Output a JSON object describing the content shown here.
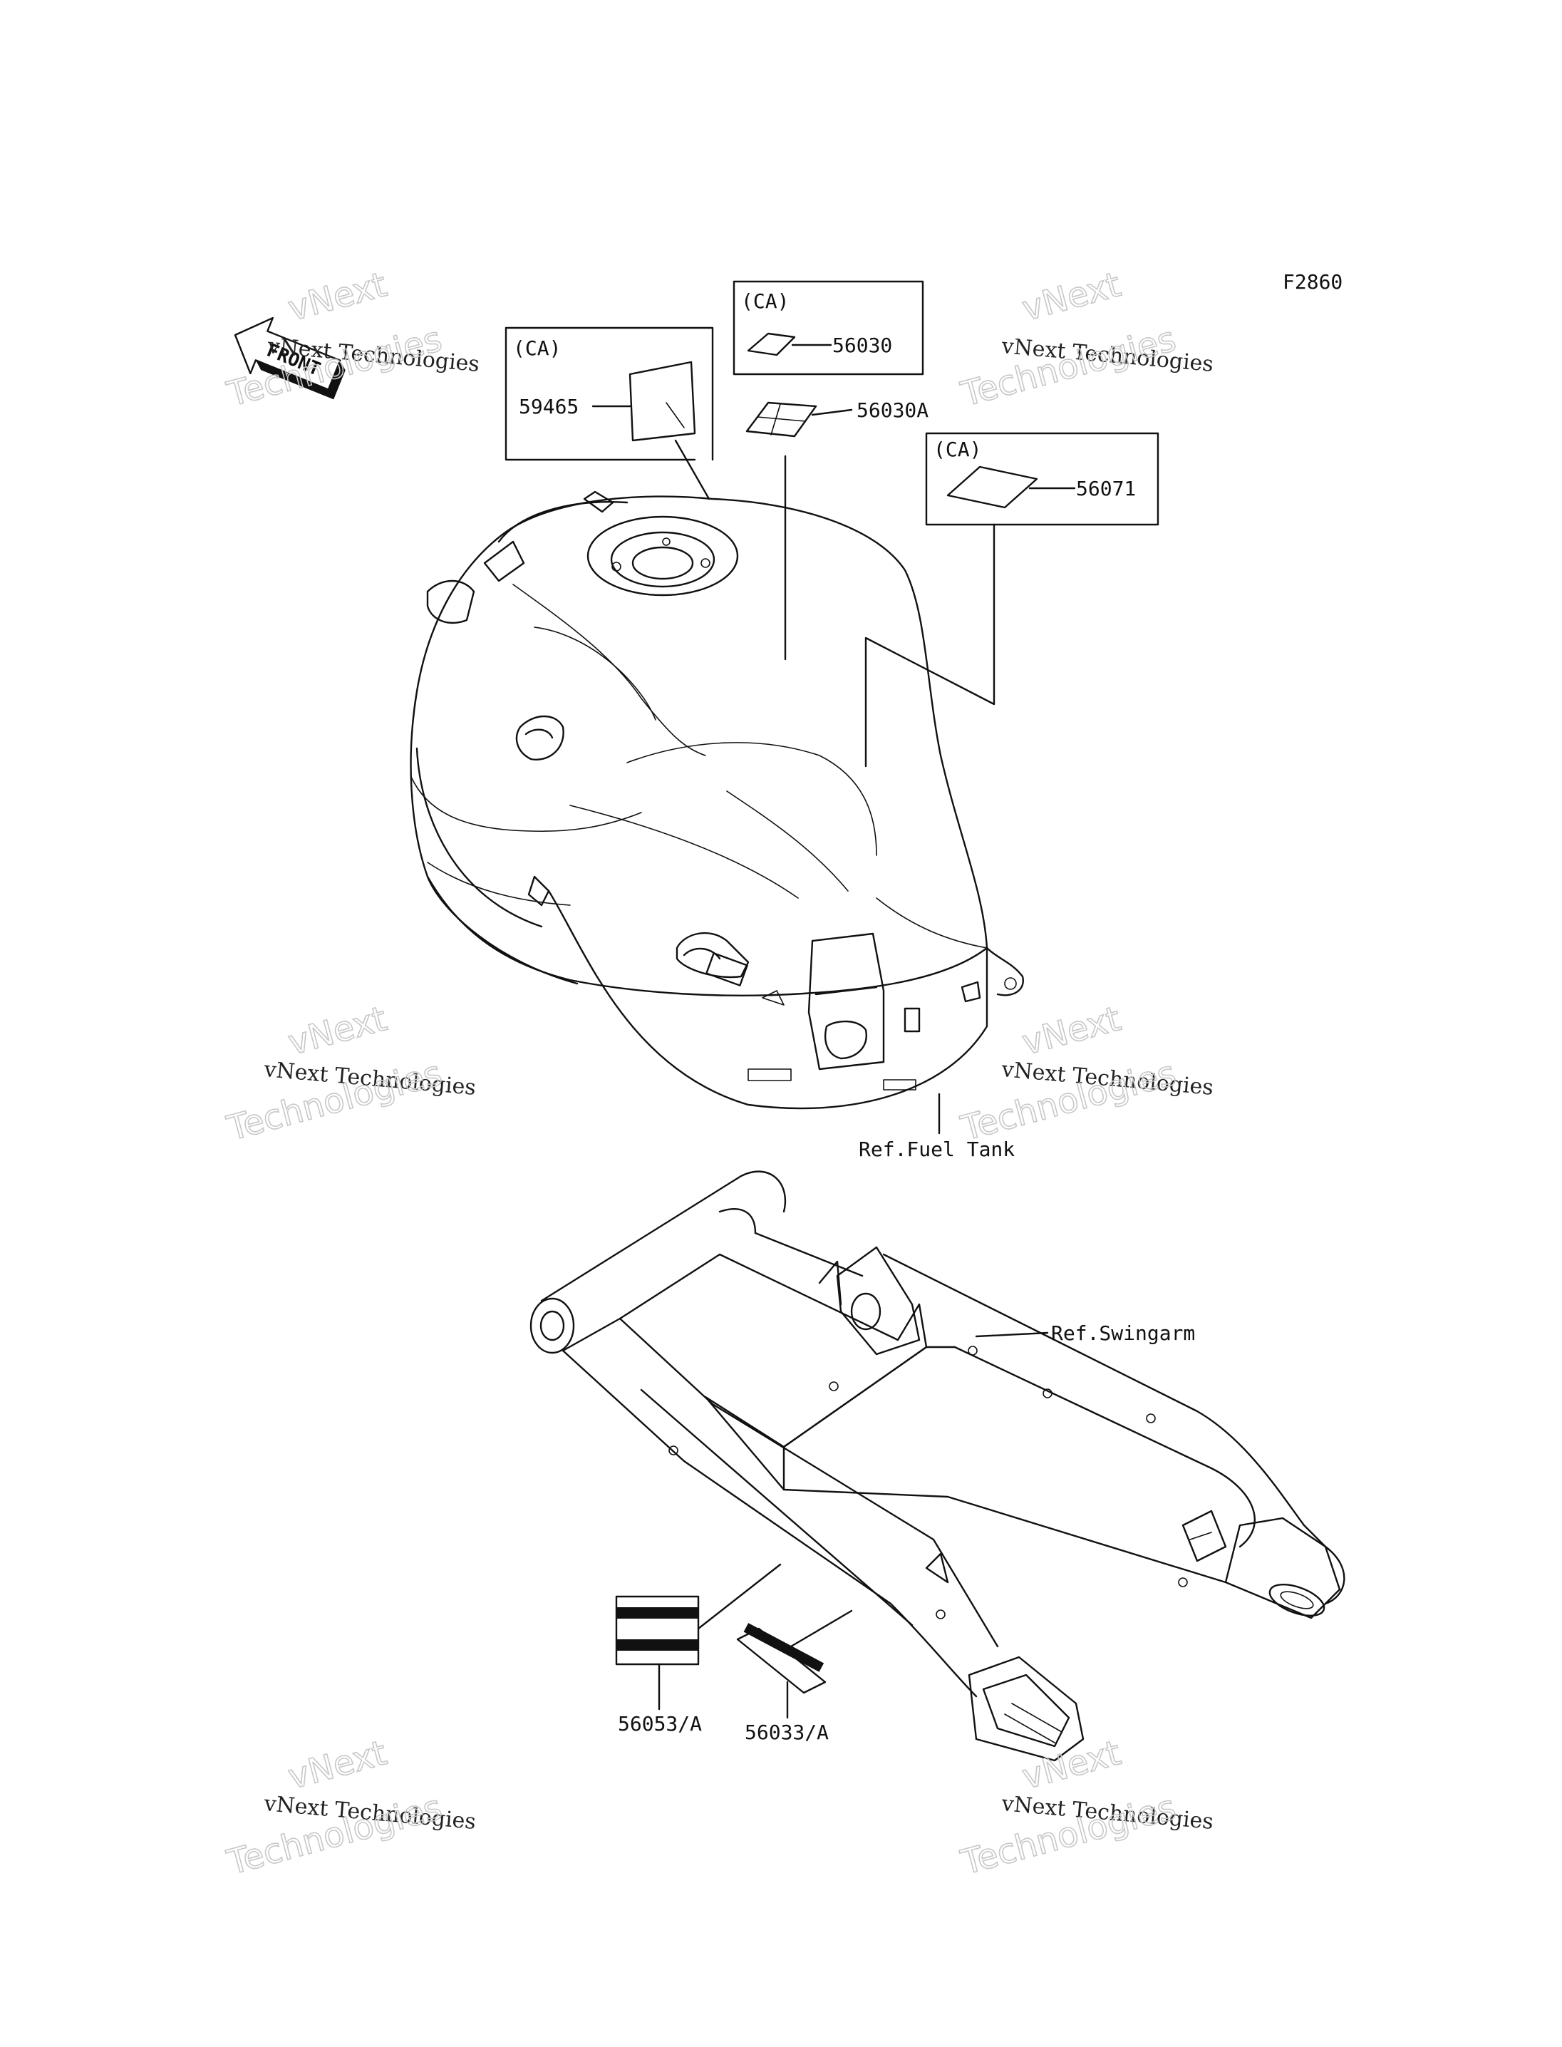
{
  "figure_code": "F2860",
  "front_marker": "FRONT",
  "boxes": {
    "label_59465": {
      "tag": "(CA)",
      "part": "59465"
    },
    "label_56030": {
      "tag": "(CA)",
      "part": "56030"
    },
    "label_56071": {
      "tag": "(CA)",
      "part": "56071"
    }
  },
  "parts": {
    "p_56030A": "56030A",
    "p_56053": "56053/A",
    "p_56033": "56033/A"
  },
  "references": {
    "fuel_tank": "Ref.Fuel Tank",
    "swingarm": "Ref.Swingarm"
  },
  "watermark": {
    "line1": "vNext Technologies",
    "line2": "Technologies",
    "line3": "vNext"
  }
}
